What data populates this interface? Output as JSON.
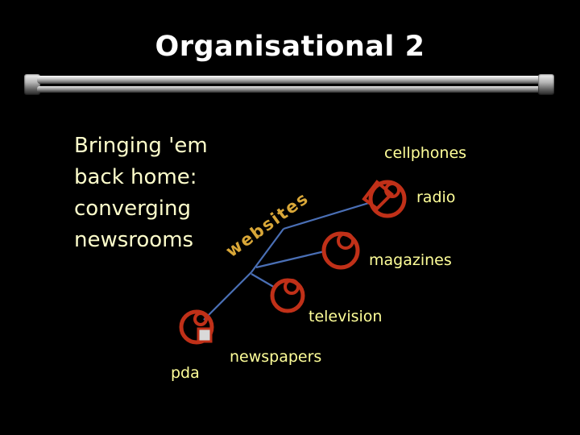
{
  "slide": {
    "title": "Organisational 2",
    "body_lines": [
      "Bringing 'em",
      "back home:",
      "converging",
      "newsrooms"
    ],
    "labels": {
      "cellphones": "cellphones",
      "radio": "radio",
      "magazines": "magazines",
      "television": "television",
      "newspapers": "newspapers",
      "pda": "pda",
      "websites": "websites"
    },
    "colors": {
      "background": "#000000",
      "title": "#ffffff",
      "body_text": "#ffffcc",
      "label_text": "#ffff99",
      "websites_text": "#d9a738",
      "node": "#c03018",
      "connector": "#4a6fb5"
    }
  }
}
